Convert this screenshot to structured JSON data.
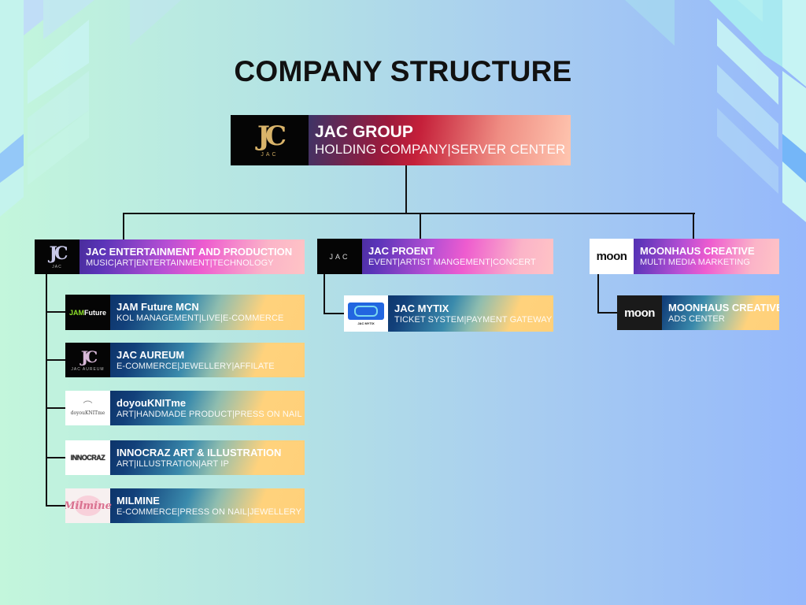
{
  "page": {
    "title": "COMPANY STRUCTURE"
  },
  "colors": {
    "title_text": "#111111",
    "connector": "#111111",
    "root_gradient": [
      "#1b2a58",
      "#c5203a",
      "#ffc6b0"
    ],
    "level2_gradient": [
      "#2a1f66",
      "#ee5ccf",
      "#ffc4c6"
    ],
    "level3_gradient": [
      "#041f4e",
      "#3a8aac",
      "#ffd07a"
    ],
    "background": [
      "#c3f6dc",
      "#95b8fb"
    ]
  },
  "root": {
    "name": "JAC GROUP",
    "tags": "HOLDING COMPANY|SERVER CENTER",
    "logo": {
      "icon": "jac-group-logo",
      "mark": "JC",
      "word": "JAC"
    }
  },
  "divisions": [
    {
      "name": "JAC ENTERTAINMENT AND PRODUCTION",
      "tags": "MUSIC|ART|ENTERTAINMENT|TECHNOLOGY",
      "logo": {
        "icon": "jac-entertainment-logo",
        "mark": "JC",
        "word": "JAC"
      },
      "children": [
        {
          "name": "JAM Future MCN",
          "tags": "KOL MANAGEMENT|LIVE|E-COMMERCE",
          "logo": {
            "icon": "jam-future-logo",
            "word_a": "JAM",
            "word_b": "Future"
          }
        },
        {
          "name": "JAC AUREUM",
          "tags": "E-COMMERCE|JEWELLERY|AFFILATE",
          "logo": {
            "icon": "jac-aureum-logo",
            "mark": "JC",
            "word": "JAC AUREUM"
          }
        },
        {
          "name": "doyouKNITme",
          "tags": "ART|HANDMADE PRODUCT|PRESS ON NAIL",
          "logo": {
            "icon": "doyouknitme-logo",
            "glyph": "⌒",
            "word": "doyouKNITme"
          }
        },
        {
          "name": "INNOCRAZ ART & ILLUSTRATION",
          "tags": "ART|ILLUSTRATION|ART IP",
          "logo": {
            "icon": "innocraz-logo",
            "word": "INNOCRAZ"
          }
        },
        {
          "name": "MILMINE",
          "tags": "E-COMMERCE|PRESS ON NAIL|JEWELLERY",
          "logo": {
            "icon": "milmine-logo",
            "word": "Milmine"
          }
        }
      ]
    },
    {
      "name": "JAC PROENT",
      "tags": "EVENT|ARTIST MANGEMENT|CONCERT",
      "logo": {
        "icon": "jac-proent-logo",
        "word": "JAC"
      },
      "children": [
        {
          "name": "JAC MYTIX",
          "tags": "TICKET SYSTEM|PAYMENT GATEWAY",
          "logo": {
            "icon": "jac-mytix-logo",
            "word": "JAC MYTIX"
          }
        }
      ]
    },
    {
      "name": "MOONHAUS CREATIVE",
      "tags": "MULTI MEDIA MARKETING",
      "logo": {
        "icon": "moonhaus-logo",
        "word": "moon"
      },
      "children": [
        {
          "name": "MOONHAUS CREATIVE",
          "tags": "ADS CENTER",
          "logo": {
            "icon": "moon-ads-logo",
            "word": "moon"
          }
        }
      ]
    }
  ]
}
